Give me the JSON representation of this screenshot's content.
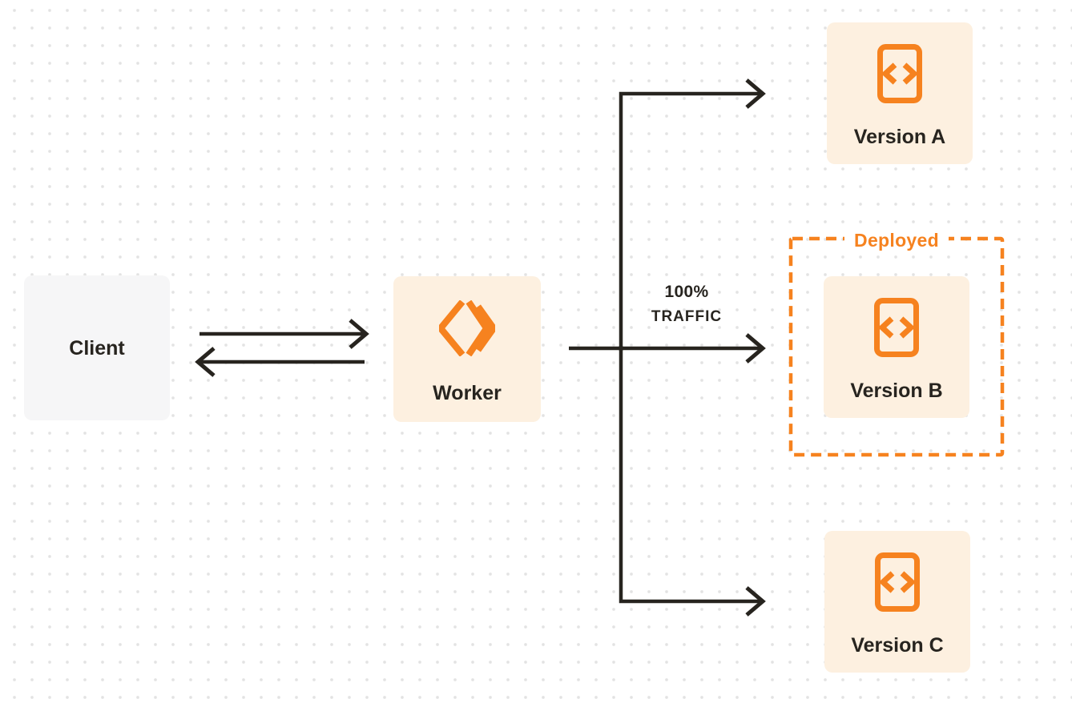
{
  "diagram": {
    "nodes": {
      "client": {
        "label": "Client"
      },
      "worker": {
        "label": "Worker",
        "icon": "cloudflare-workers-logo"
      },
      "version_a": {
        "label": "Version A",
        "icon": "code-file"
      },
      "version_b": {
        "label": "Version B",
        "icon": "code-file"
      },
      "version_c": {
        "label": "Version C",
        "icon": "code-file"
      }
    },
    "annotations": {
      "deployed": "Deployed",
      "traffic_line1": "100%",
      "traffic_line2": "TRAFFIC"
    },
    "edges": [
      {
        "from": "client",
        "to": "worker",
        "style": "arrow"
      },
      {
        "from": "worker",
        "to": "client",
        "style": "arrow"
      },
      {
        "from": "worker",
        "to": "version_a",
        "style": "arrow"
      },
      {
        "from": "worker",
        "to": "version_b",
        "style": "arrow",
        "label": "100% TRAFFIC"
      },
      {
        "from": "worker",
        "to": "version_c",
        "style": "arrow"
      }
    ],
    "colors": {
      "orange": "#f6821f",
      "cream": "#fdf0e0",
      "dark": "#27241f",
      "client-bg": "#f6f6f7",
      "dot": "#e3e3e3"
    }
  }
}
